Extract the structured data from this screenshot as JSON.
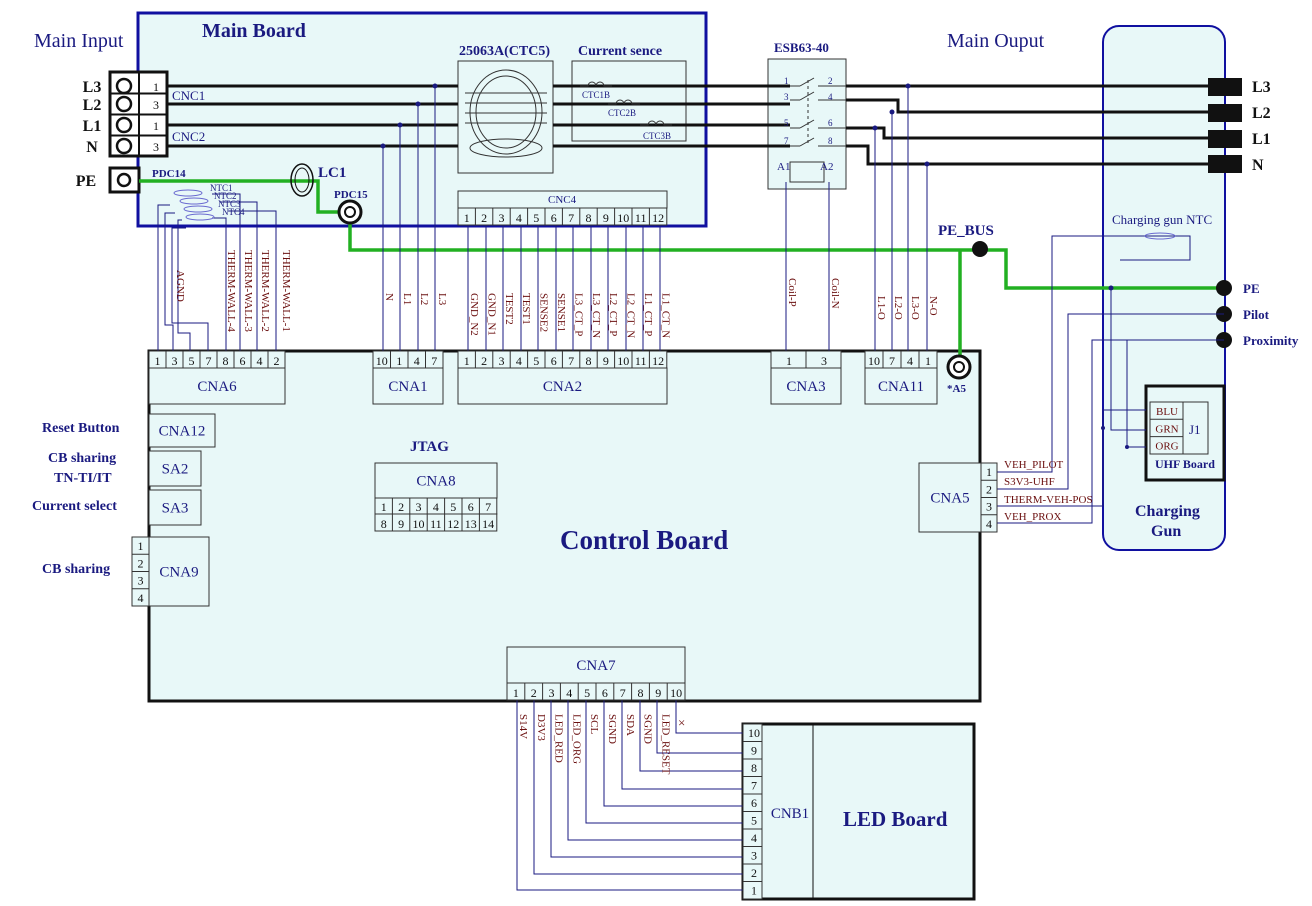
{
  "labels": {
    "main_input": "Main Input",
    "main_board": "Main Board",
    "main_output": "Main Ouput",
    "ctc5": "25063A(CTC5)",
    "current_sense": "Current sence",
    "esb": "ESB63-40",
    "control_board": "Control Board",
    "led_board": "LED Board",
    "charging_gun": [
      "Charging",
      "Gun"
    ],
    "charging_gun_ntc": "Charging gun NTC",
    "uhf_board": "UHF Board",
    "jtag": "JTAG",
    "pe_bus": "PE_BUS",
    "pdc14": "PDC14",
    "pdc15": "PDC15",
    "lc1": "LC1",
    "a5": "*A5",
    "a1": "A1",
    "a2": "A2",
    "j1": "J1",
    "cnc1": "CNC1",
    "cnc2": "CNC2",
    "cnc4": "CNC4",
    "reset_button": "Reset Button",
    "cb_sharing_tn": [
      "CB sharing",
      "TN-TI/IT"
    ],
    "current_select": "Current select",
    "cb_sharing": "CB sharing",
    "x_mark": "×"
  },
  "input_lines": [
    {
      "name": "L3",
      "pin": "1"
    },
    {
      "name": "L2",
      "pin": "3"
    },
    {
      "name": "L1",
      "pin": "1"
    },
    {
      "name": "N",
      "pin": "3"
    }
  ],
  "pe_label": "PE",
  "output_lines": [
    "L3",
    "L2",
    "L1",
    "N"
  ],
  "ctc_labels": [
    "CTC1B",
    "CTC2B",
    "CTC3B"
  ],
  "esb_pins": [
    "1",
    "2",
    "3",
    "4",
    "5",
    "6",
    "7",
    "8"
  ],
  "ntc_labels": [
    "NTC1",
    "NTC2",
    "NTC3",
    "NTC4"
  ],
  "gun_terminals": [
    "PE",
    "Pilot",
    "Proximity"
  ],
  "uhf_pins": [
    "BLU",
    "GRN",
    "ORG"
  ],
  "connectors": {
    "cna6": {
      "name": "CNA6",
      "pins": [
        "1",
        "3",
        "5",
        "7",
        "8",
        "6",
        "4",
        "2"
      ]
    },
    "cna1": {
      "name": "CNA1",
      "pins": [
        "10",
        "1",
        "4",
        "7"
      ]
    },
    "cna2": {
      "name": "CNA2",
      "pins": [
        "1",
        "2",
        "3",
        "4",
        "5",
        "6",
        "7",
        "8",
        "9",
        "10",
        "11",
        "12"
      ]
    },
    "cnc4": {
      "pins": [
        "1",
        "2",
        "3",
        "4",
        "5",
        "6",
        "7",
        "8",
        "9",
        "10",
        "11",
        "12"
      ]
    },
    "cna3": {
      "name": "CNA3",
      "pins": [
        "1",
        "3"
      ]
    },
    "cna11": {
      "name": "CNA11",
      "pins": [
        "10",
        "7",
        "4",
        "1"
      ]
    },
    "cna12": {
      "name": "CNA12"
    },
    "sa2": {
      "name": "SA2"
    },
    "sa3": {
      "name": "SA3"
    },
    "cna9": {
      "name": "CNA9",
      "pins": [
        "1",
        "2",
        "3",
        "4"
      ]
    },
    "cna8": {
      "name": "CNA8",
      "pins_top": [
        "1",
        "2",
        "3",
        "4",
        "5",
        "6",
        "7"
      ],
      "pins_bottom": [
        "8",
        "9",
        "10",
        "11",
        "12",
        "13",
        "14"
      ]
    },
    "cna5": {
      "name": "CNA5",
      "pins": [
        "1",
        "2",
        "3",
        "4"
      ]
    },
    "cna7": {
      "name": "CNA7",
      "pins": [
        "1",
        "2",
        "3",
        "4",
        "5",
        "6",
        "7",
        "8",
        "9",
        "10"
      ]
    },
    "cnb1": {
      "name": "CNB1",
      "pins": [
        "10",
        "9",
        "8",
        "7",
        "6",
        "5",
        "4",
        "3",
        "2",
        "1"
      ]
    }
  },
  "wire_labels": {
    "cna6": [
      "AGND",
      "THERM-WALL-4",
      "THERM-WALL-3",
      "THERM-WALL-2",
      "THERM-WALL-1"
    ],
    "cna1": [
      "N",
      "L1",
      "L2",
      "L3"
    ],
    "cna2": [
      "GND_N2",
      "GND_N1",
      "TEST2",
      "TEST1",
      "SENSE2",
      "SENSE1",
      "L3_CT_P",
      "L3_CT_N",
      "L2_CT_P",
      "L2_CT_N",
      "L1_CT_P",
      "L1_CT_N"
    ],
    "cna3": [
      "Coil-P",
      "Coil-N"
    ],
    "cna11": [
      "L1-O",
      "L2-O",
      "L3-O",
      "N-O"
    ],
    "cna5": [
      "VEH_PILOT",
      "S3V3-UHF",
      "THERM-VEH-POS",
      "VEH_PROX"
    ],
    "cna7": [
      "S14V",
      "D3V3",
      "LED_RED",
      "LED_ORG",
      "SCL",
      "SGND",
      "SDA",
      "SGND",
      "LED_RESET"
    ]
  }
}
